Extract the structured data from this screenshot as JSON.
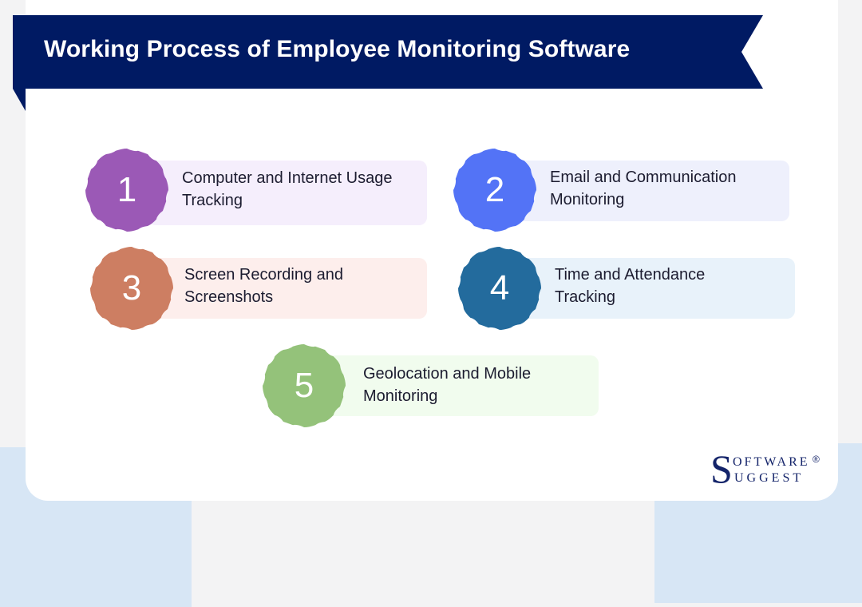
{
  "header": {
    "title": "Working Process of Employee Monitoring Software",
    "ribbon_color": "#001a63"
  },
  "steps": [
    {
      "number": "1",
      "line1": "Computer and Internet Usage",
      "line2": "Tracking",
      "badge_color": "#9b59b6",
      "pill_color": "#f5eefc"
    },
    {
      "number": "2",
      "line1": "Email and Communication",
      "line2": "Monitoring",
      "badge_color": "#5373f6",
      "pill_color": "#eef0fc"
    },
    {
      "number": "3",
      "line1": "Screen Recording and",
      "line2": "Screenshots",
      "badge_color": "#cd7e62",
      "pill_color": "#fdeeec"
    },
    {
      "number": "4",
      "line1": "Time and Attendance",
      "line2": "Tracking",
      "badge_color": "#236b9d",
      "pill_color": "#e8f2fa"
    },
    {
      "number": "5",
      "line1": "Geolocation and Mobile",
      "line2": "Monitoring",
      "badge_color": "#94c27a",
      "pill_color": "#f1fcee"
    }
  ],
  "logo": {
    "initial": "S",
    "line1": "oftware",
    "line2": "uggest",
    "registered": "®"
  }
}
